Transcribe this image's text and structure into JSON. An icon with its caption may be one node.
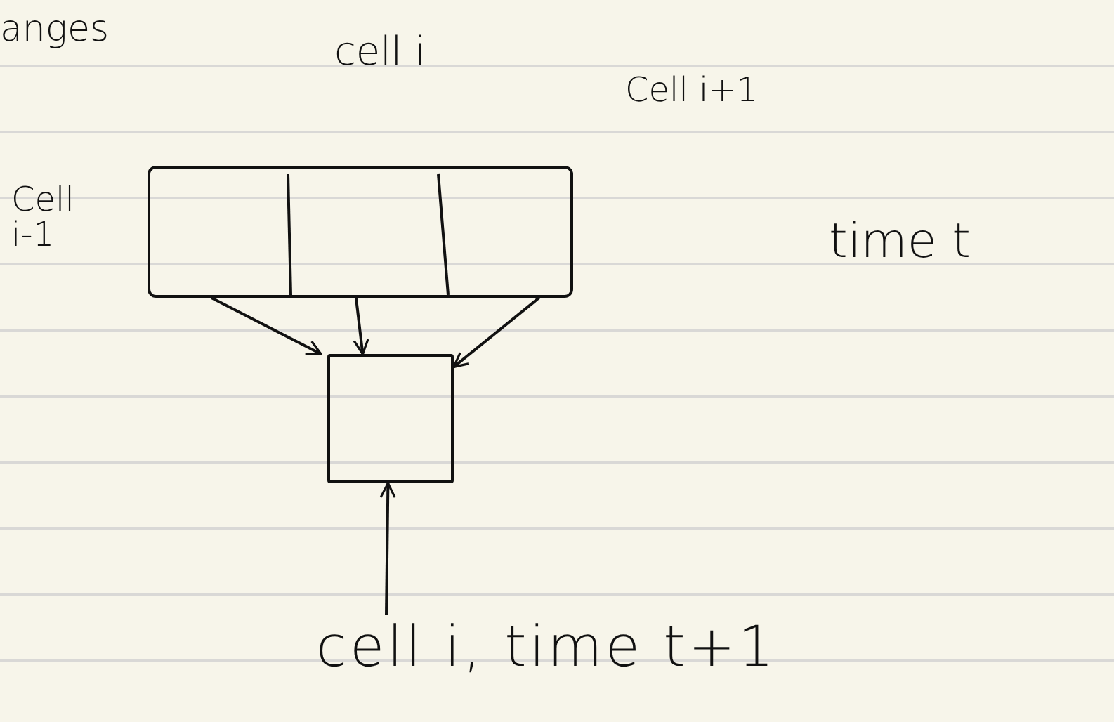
{
  "diagram": {
    "nodes": [
      {
        "text": [],
        "shape": "box"
      },
      {
        "text": [],
        "shape": "box"
      },
      {
        "text": [
          "cell i, time t+1"
        ]
      }
    ],
    "edges": [
      {
        "from": 0,
        "to": 1,
        "arrow": "to"
      },
      {
        "from": 0,
        "to": 1,
        "arrow": "to"
      },
      {
        "from": 0,
        "to": 1,
        "arrow": "to"
      },
      {
        "from": 2,
        "to": 1,
        "arrow": "to"
      }
    ],
    "labels": [
      "anges",
      "cell i",
      "Cell i+1",
      "Cell i-1",
      "time t"
    ]
  }
}
